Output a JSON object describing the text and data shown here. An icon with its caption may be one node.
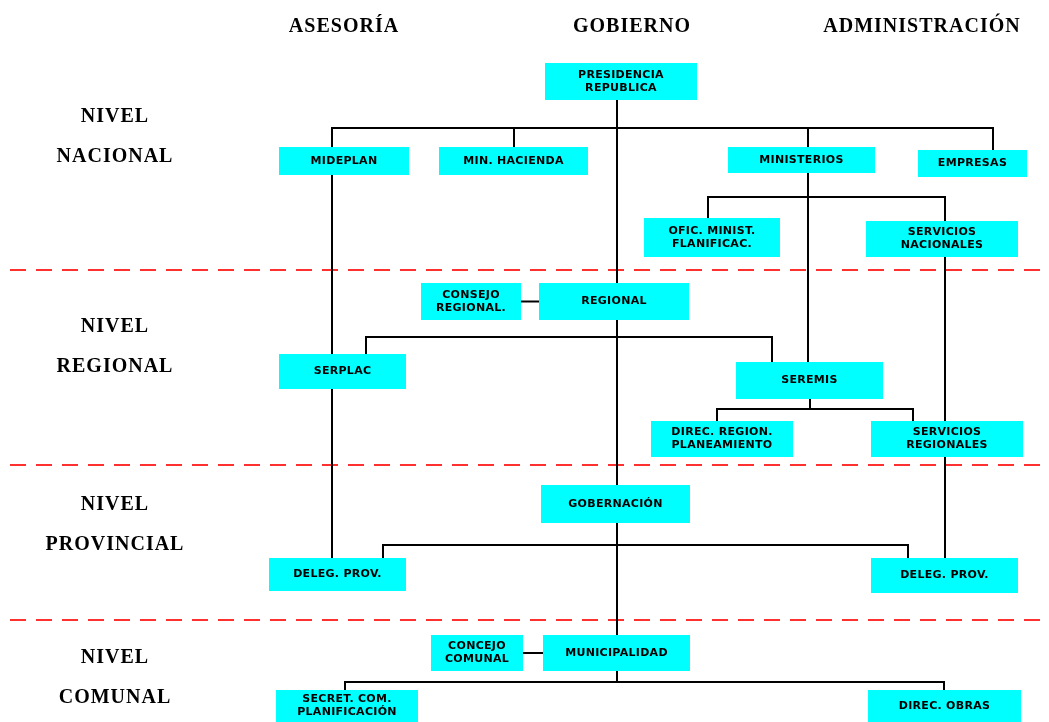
{
  "diagram": {
    "nodes": [
      {
        "text": [
          "PRESIDENCIA REPUBLICA"
        ]
      },
      {
        "text": [
          "MIDEPLAN"
        ]
      },
      {
        "text": [
          "MIN. HACIENDA"
        ]
      },
      {
        "text": [
          "MINISTERIOS"
        ]
      },
      {
        "text": [
          "EMPRESAS"
        ]
      },
      {
        "text": [
          "OFIC. MINIST. FLANIFICAC."
        ]
      },
      {
        "text": [
          "SERVICIOS NACIONALES"
        ]
      },
      {
        "text": [
          "CONSEJO REGIONAL."
        ]
      },
      {
        "text": [
          "REGIONAL"
        ]
      },
      {
        "text": [
          "SERPLAC"
        ]
      },
      {
        "text": [
          "SEREMIS"
        ]
      },
      {
        "text": [
          "DIREC. REGION. PLANEAMIENTO"
        ]
      },
      {
        "text": [
          "SERVICIOS REGIONALES"
        ]
      },
      {
        "text": [
          "GOBERNACIÓN"
        ]
      },
      {
        "text": [
          "DELEG. PROV."
        ]
      },
      {
        "text": [
          "DELEG. PROV."
        ]
      },
      {
        "text": [
          "CONCEJO COMUNAL"
        ]
      },
      {
        "text": [
          "MUNICIPALIDAD"
        ]
      },
      {
        "text": [
          "SECRET. COM. PLANIFICACIÓN"
        ]
      },
      {
        "text": [
          "DIREC. OBRAS"
        ]
      }
    ],
    "edges": [
      {
        "from": 0,
        "to": 1,
        "arrow": "none"
      },
      {
        "from": 0,
        "to": 2,
        "arrow": "none"
      },
      {
        "from": 0,
        "to": 3,
        "arrow": "none"
      },
      {
        "from": 0,
        "to": 4,
        "arrow": "none"
      },
      {
        "from": 0,
        "to": 8,
        "arrow": "none"
      },
      {
        "from": 1,
        "to": 9,
        "arrow": "none"
      },
      {
        "from": 9,
        "to": 14,
        "arrow": "none"
      },
      {
        "from": 3,
        "to": 5,
        "arrow": "none"
      },
      {
        "from": 3,
        "to": 6,
        "arrow": "none"
      },
      {
        "from": 3,
        "to": 10,
        "arrow": "none"
      },
      {
        "from": 6,
        "to": 12,
        "arrow": "none"
      },
      {
        "from": 12,
        "to": 15,
        "arrow": "none"
      },
      {
        "from": 7,
        "to": 8,
        "arrow": "none"
      },
      {
        "from": 8,
        "to": 9,
        "arrow": "none"
      },
      {
        "from": 8,
        "to": 10,
        "arrow": "none"
      },
      {
        "from": 8,
        "to": 13,
        "arrow": "none"
      },
      {
        "from": 10,
        "to": 11,
        "arrow": "none"
      },
      {
        "from": 10,
        "to": 12,
        "arrow": "none"
      },
      {
        "from": 13,
        "to": 14,
        "arrow": "none"
      },
      {
        "from": 13,
        "to": 15,
        "arrow": "none"
      },
      {
        "from": 13,
        "to": 17,
        "arrow": "none"
      },
      {
        "from": 16,
        "to": 17,
        "arrow": "none"
      },
      {
        "from": 17,
        "to": 18,
        "arrow": "none"
      },
      {
        "from": 17,
        "to": 19,
        "arrow": "none"
      }
    ],
    "labels": [
      "ASESORÍA",
      "GOBIERNO",
      "ADMINISTRACIÓN",
      "NIVEL NACIONAL",
      "NIVEL REGIONAL",
      "NIVEL PROVINCIAL",
      "NIVEL COMUNAL"
    ]
  }
}
